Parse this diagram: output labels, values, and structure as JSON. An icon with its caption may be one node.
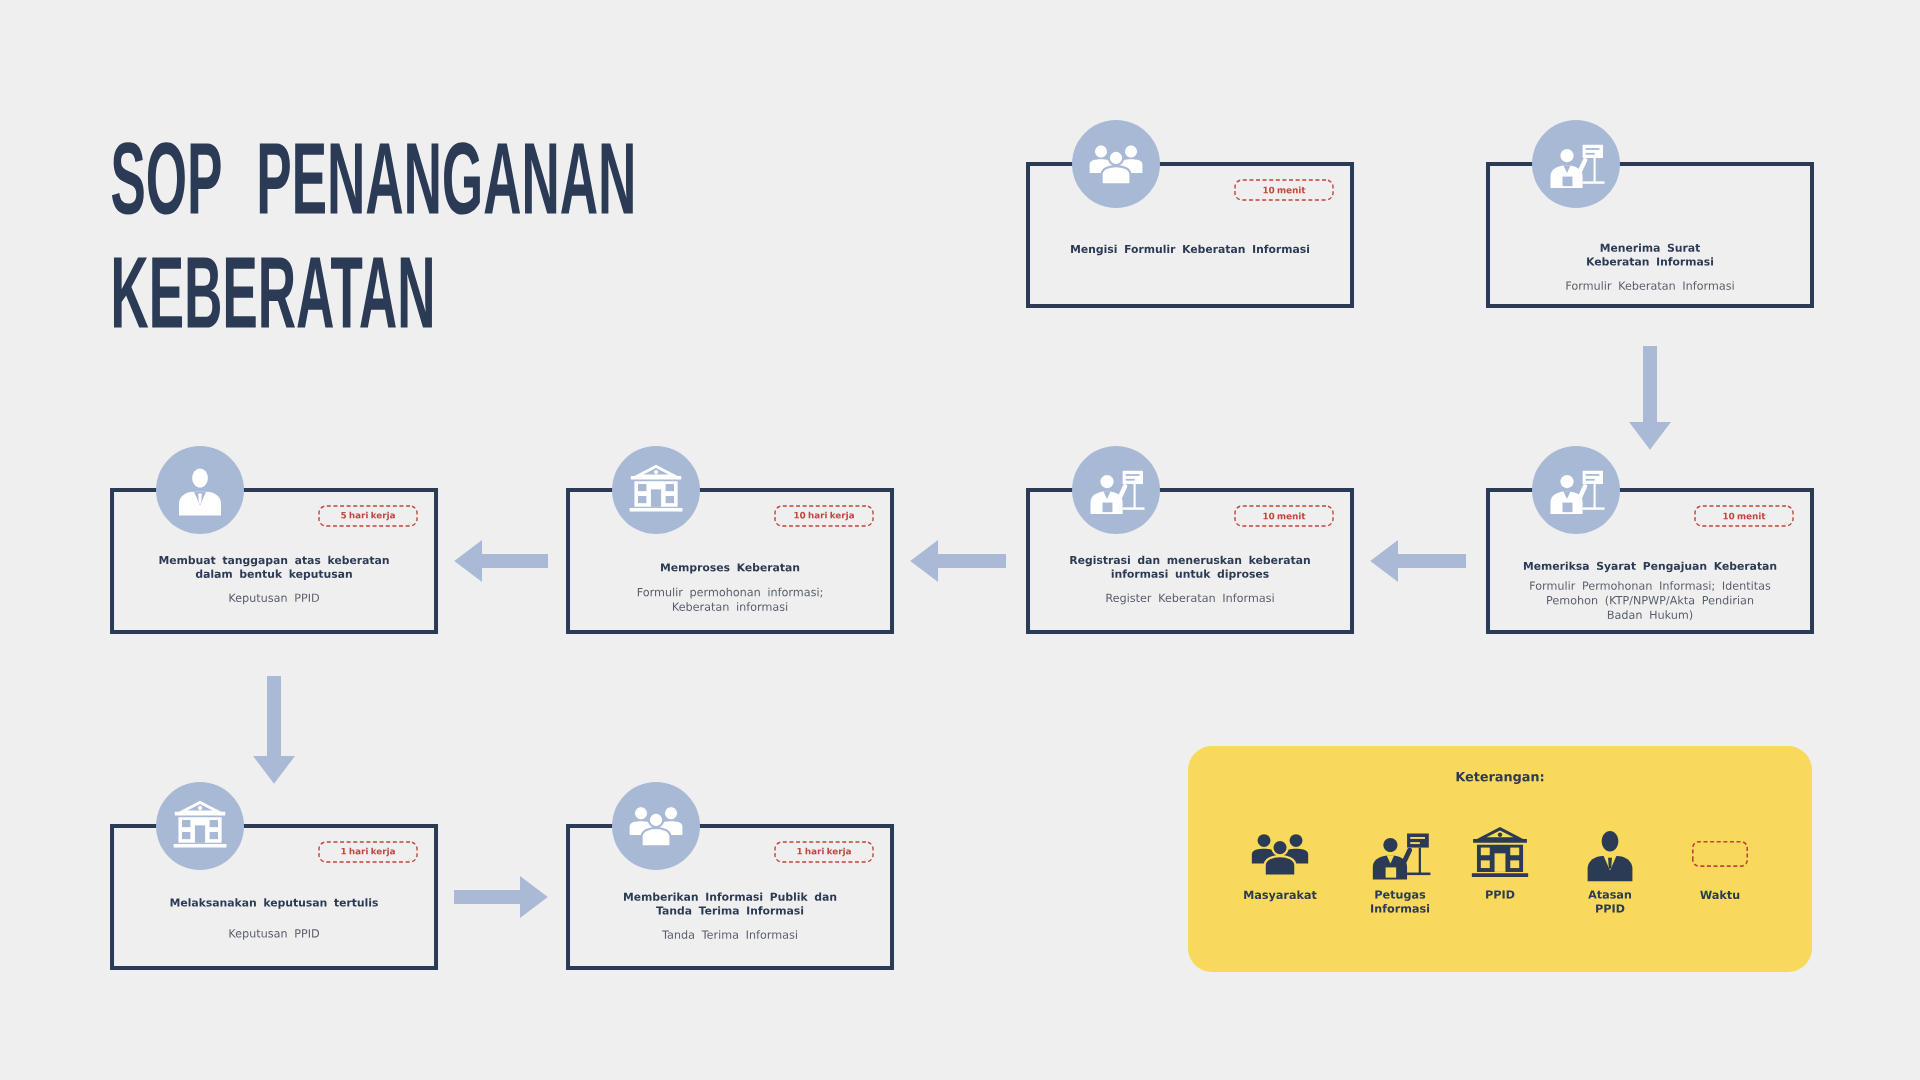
{
  "diagram": {
    "title": "SOP PENANGANAN KEBERATAN",
    "nodes": [
      {
        "text": [
          "Mengisi Formulir Keberatan Informasi"
        ]
      },
      {
        "text": [
          "10 menit"
        ],
        "in": 0
      },
      {
        "text": [
          "Menerima Surat Keberatan Informasi",
          "Formulir Keberatan Informasi"
        ]
      },
      {
        "text": [
          "Membuat tanggapan atas keberatan dalam bentuk keputusan",
          "Keputusan PPID"
        ]
      },
      {
        "text": [
          "5 hari kerja"
        ],
        "in": 3
      },
      {
        "text": [
          "Memproses Keberatan",
          "Formulir permohonan informasi; Keberatan informasi"
        ]
      },
      {
        "text": [
          "10 hari kerja"
        ],
        "in": 5
      },
      {
        "text": [
          "Registrasi dan meneruskan keberatan informasi untuk diproses",
          "Register Keberatan Informasi"
        ]
      },
      {
        "text": [
          "10 menit"
        ],
        "in": 7
      },
      {
        "text": [
          "Memeriksa Syarat Pengajuan Keberatan",
          "Formulir Permohonan Informasi; Identitas Pemohon (KTP/NPWP/Akta Pendirian Badan Hukum)"
        ]
      },
      {
        "text": [
          "10 menit"
        ],
        "in": 9
      },
      {
        "text": [
          "Melaksanakan keputusan tertulis",
          "Keputusan PPID"
        ]
      },
      {
        "text": [
          "1 hari kerja"
        ],
        "in": 11
      },
      {
        "text": [
          "Memberikan Informasi Publik dan Tanda Terima Informasi",
          "Tanda Terima Informasi"
        ]
      },
      {
        "text": [
          "1 hari kerja"
        ],
        "in": 13
      }
    ],
    "edges": [
      {
        "from": 2,
        "to": 9,
        "arrow": "to"
      },
      {
        "from": 9,
        "to": 7,
        "arrow": "to"
      },
      {
        "from": 7,
        "to": 5,
        "arrow": "to"
      },
      {
        "from": 5,
        "to": 3,
        "arrow": "to"
      },
      {
        "from": 3,
        "to": 11,
        "arrow": "to"
      },
      {
        "from": 11,
        "to": 13,
        "arrow": "to"
      }
    ],
    "labels": [
      "Keterangan:"
    ],
    "legend": [
      {
        "text": "Masyarakat"
      },
      {
        "text": "Petugas Informasi"
      },
      {
        "text": "PPID"
      },
      {
        "text": "Atasan PPID"
      },
      {
        "text": "Waktu"
      }
    ]
  }
}
